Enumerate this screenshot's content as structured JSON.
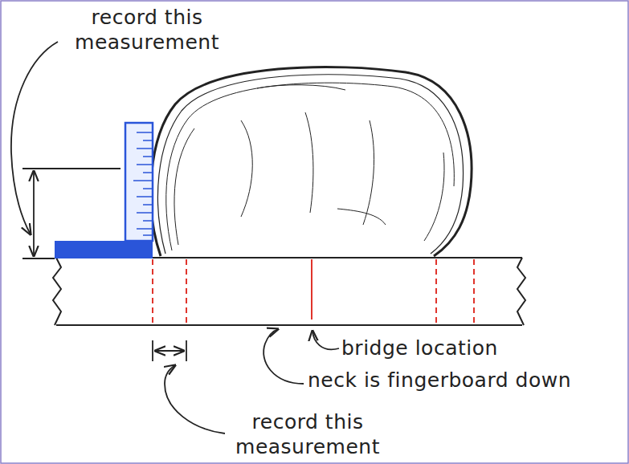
{
  "diagram": {
    "labels": [
      "record this measurement",
      "bridge location",
      "neck is fingerboard down",
      "record this measurement"
    ]
  }
}
